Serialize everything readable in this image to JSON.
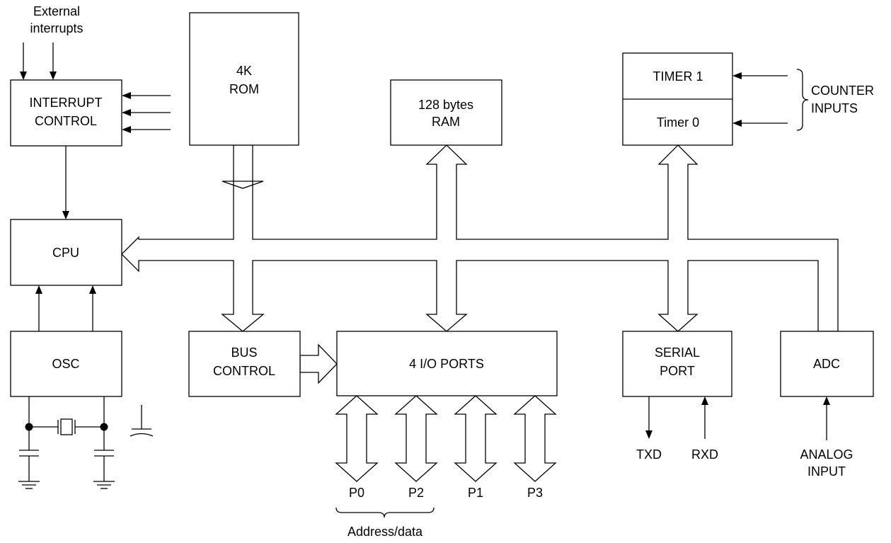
{
  "external_interrupts": [
    "External",
    "interrupts"
  ],
  "blocks": {
    "interrupt_control": [
      "INTERRUPT",
      "CONTROL"
    ],
    "rom": [
      "4K",
      "ROM"
    ],
    "ram": [
      "128 bytes",
      "RAM"
    ],
    "timer1": "TIMER 1",
    "timer0": "Timer 0",
    "cpu": "CPU",
    "osc": "OSC",
    "bus_control": [
      "BUS",
      "CONTROL"
    ],
    "io_ports": "4 I/O PORTS",
    "serial_port": [
      "SERIAL",
      "PORT"
    ],
    "adc": "ADC"
  },
  "counter_inputs": [
    "COUNTER",
    "INPUTS"
  ],
  "ports": [
    "P0",
    "P2",
    "P1",
    "P3"
  ],
  "address_data": "Address/data",
  "serial_signals": {
    "txd": "TXD",
    "rxd": "RXD"
  },
  "analog_input": [
    "ANALOG",
    "INPUT"
  ]
}
